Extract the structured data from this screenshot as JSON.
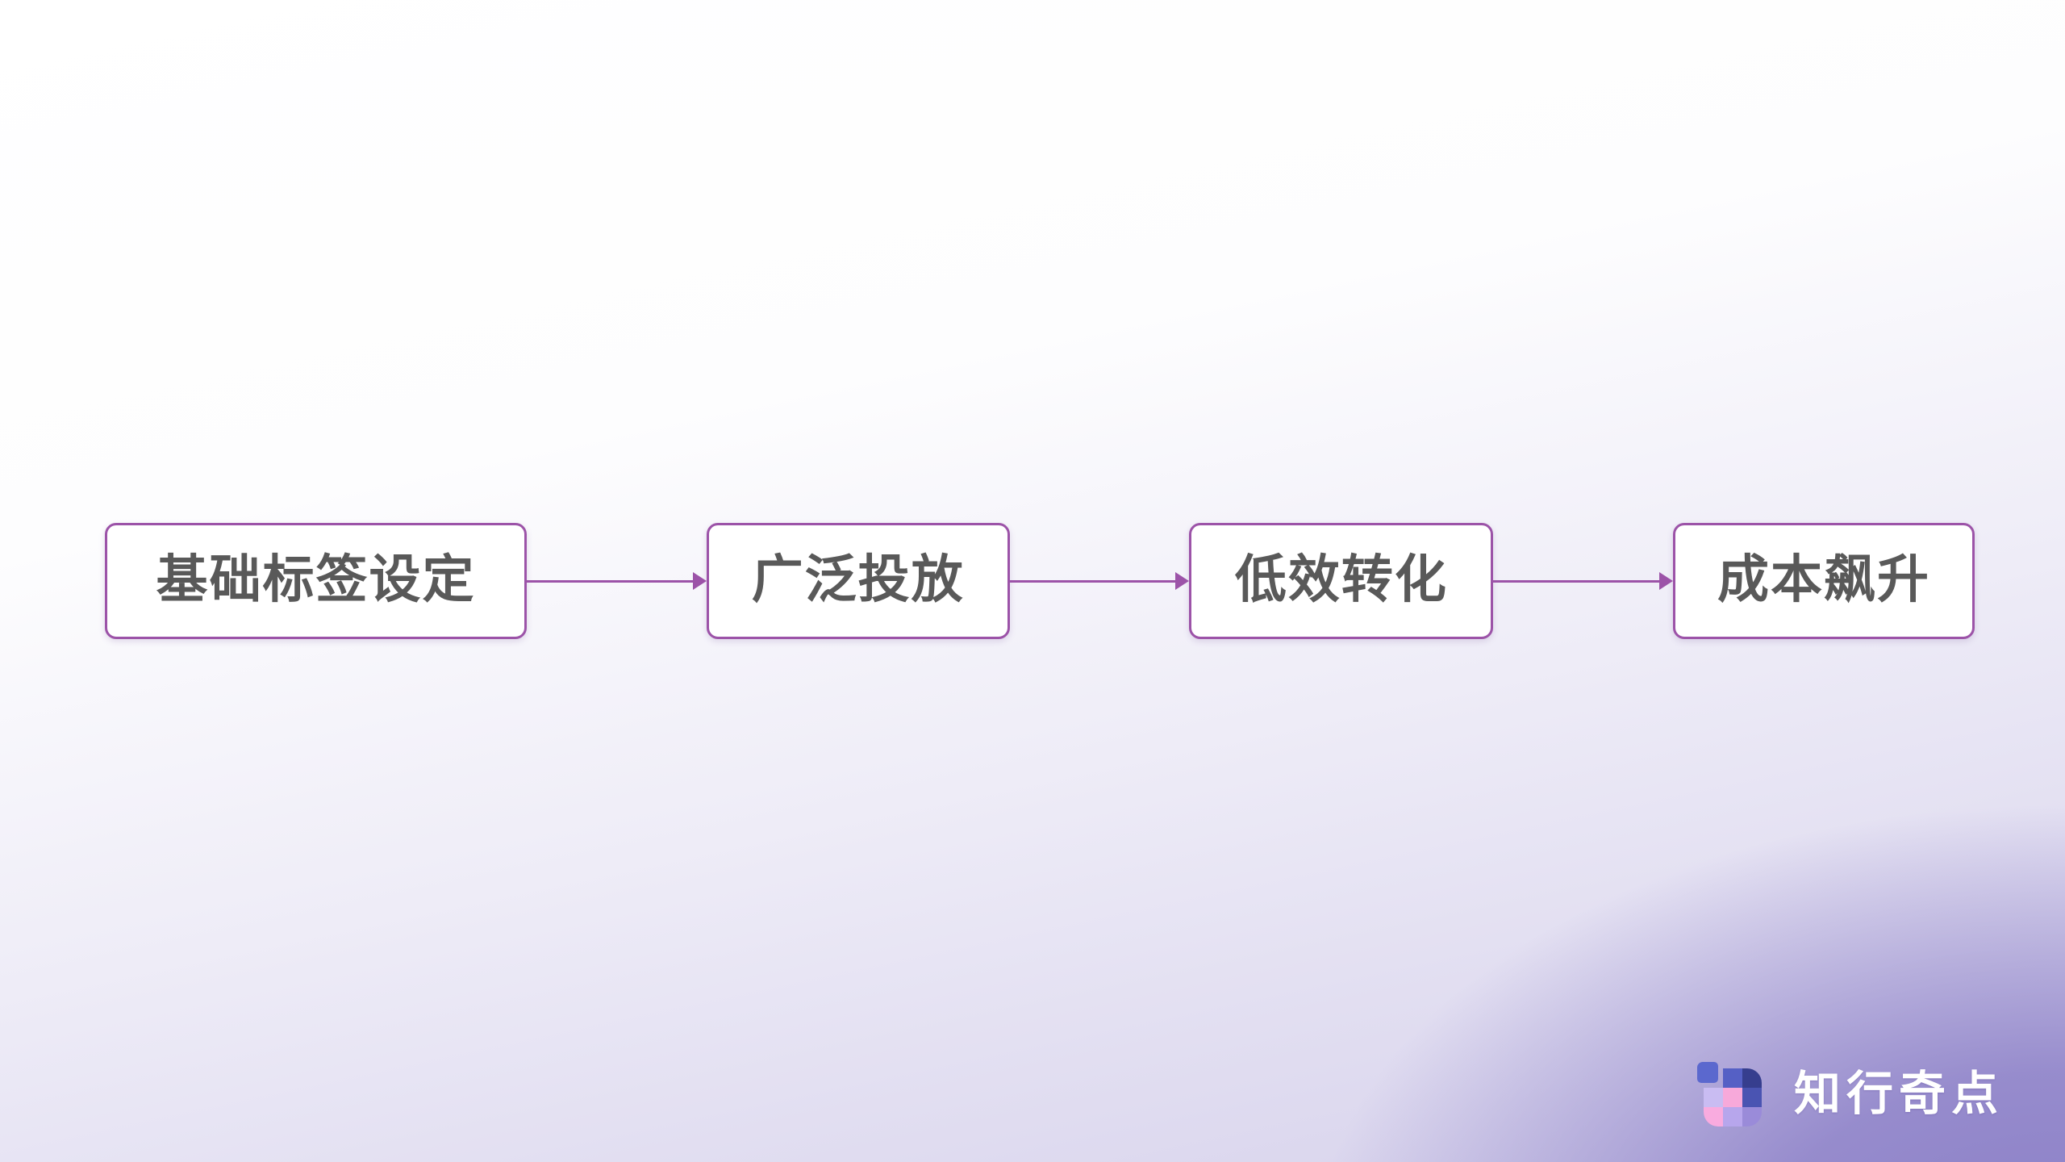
{
  "flow": {
    "steps": [
      {
        "label": "基础标签设定"
      },
      {
        "label": "广泛投放"
      },
      {
        "label": "低效转化"
      },
      {
        "label": "成本飙升"
      }
    ]
  },
  "logo": {
    "text": "知行奇点",
    "icon_chip_color": "#5b68ce",
    "icon_cells": [
      "transparent",
      "#5560c5",
      "#363e8e",
      "#c9bcf2",
      "#f7a9da",
      "#4a54b2",
      "#f9abdf",
      "#b7a6ec",
      "#9a8bd9"
    ]
  },
  "colors": {
    "accent": "#9c53a8",
    "step_text": "#595959",
    "step_fill": "#ffffff",
    "background_top": "#ffffff",
    "background_bottom_left": "#d9d4ee",
    "background_bottom_right": "#9186c9"
  }
}
